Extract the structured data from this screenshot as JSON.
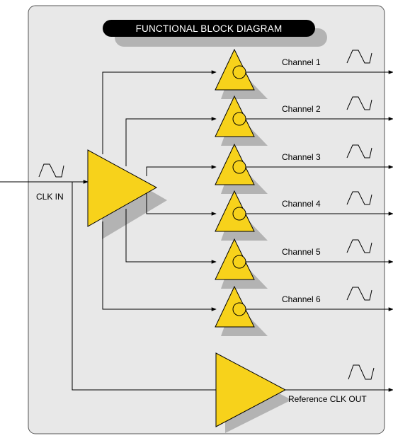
{
  "title": "FUNCTIONAL BLOCK  DIAGRAM",
  "input_label": "CLK IN",
  "channels": [
    {
      "label": "Channel 1"
    },
    {
      "label": "Channel 2"
    },
    {
      "label": "Channel 3"
    },
    {
      "label": "Channel 4"
    },
    {
      "label": "Channel 5"
    },
    {
      "label": "Channel 6"
    }
  ],
  "reference_label": "Reference CLK OUT",
  "colors": {
    "panel_fill": "#e8e8e8",
    "buffer_fill": "#f7d21b",
    "shadow": "#b3b3b3",
    "title_bg": "#000000",
    "title_text": "#ffffff"
  }
}
